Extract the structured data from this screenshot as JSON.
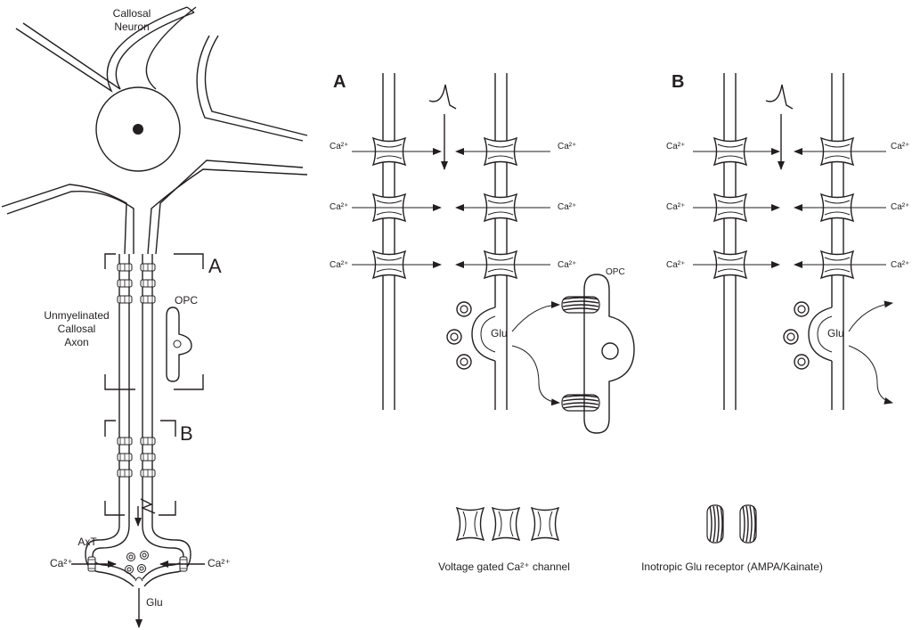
{
  "neuron": {
    "title_line1": "Callosal",
    "title_line2": "Neuron",
    "section_a": "A",
    "section_b": "B",
    "axon_label_line1": "Unmyelinated",
    "axon_label_line2": "Callosal",
    "axon_label_line3": "Axon",
    "opc": "OPC",
    "terminal": "AxT",
    "ca_left": "Ca²⁺",
    "ca_right": "Ca²⁺",
    "glu": "Glu"
  },
  "panel_a": {
    "letter": "A",
    "ca_labels": [
      "Ca²⁺",
      "Ca²⁺",
      "Ca²⁺",
      "Ca²⁺",
      "Ca²⁺",
      "Ca²⁺"
    ],
    "glu": "Glu",
    "opc": "OPC"
  },
  "panel_b": {
    "letter": "B",
    "ca_labels": [
      "Ca²⁺",
      "Ca²⁺",
      "Ca²⁺",
      "Ca²⁺",
      "Ca²⁺",
      "Ca²⁺"
    ],
    "glu": "Glu"
  },
  "legend": {
    "channel_label": "Voltage gated Ca²⁺ channel",
    "receptor_label": "Inotropic Glu receptor (AMPA/Kainate)"
  }
}
